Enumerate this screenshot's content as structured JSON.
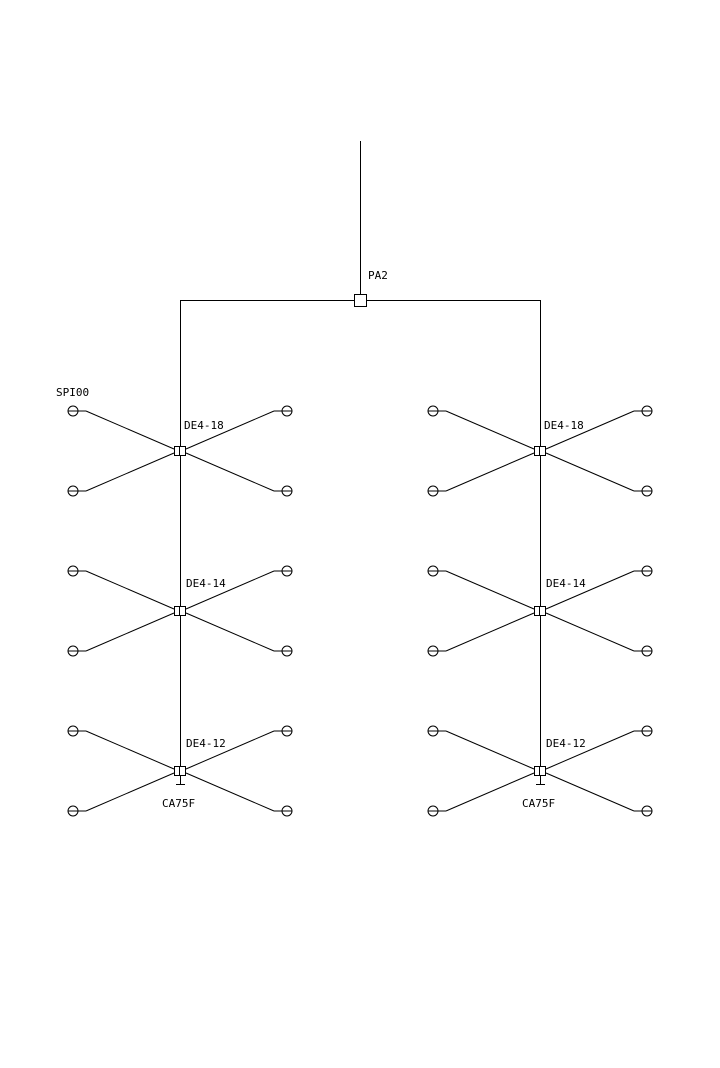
{
  "diagram": {
    "source_label": "PA2",
    "outlet_label": "SPI00",
    "columns": [
      {
        "taps": [
          {
            "label": "DE4-18"
          },
          {
            "label": "DE4-14"
          },
          {
            "label": "DE4-12"
          }
        ],
        "terminator_label": "CA75F"
      },
      {
        "taps": [
          {
            "label": "DE4-18"
          },
          {
            "label": "DE4-14"
          },
          {
            "label": "DE4-12"
          }
        ],
        "terminator_label": "CA75F"
      }
    ],
    "colors": {
      "line": "#000000",
      "background": "#ffffff"
    }
  }
}
